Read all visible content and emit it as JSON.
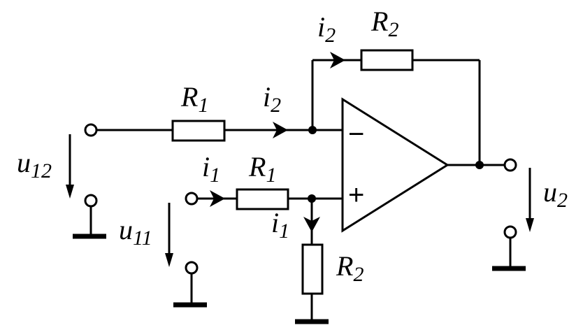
{
  "labels": {
    "r1_top": {
      "main": "R",
      "sub": "1"
    },
    "r1_bottom": {
      "main": "R",
      "sub": "1"
    },
    "r2_feedback": {
      "main": "R",
      "sub": "2"
    },
    "r2_ground": {
      "main": "R",
      "sub": "2"
    },
    "i2_feedback": {
      "main": "i",
      "sub": "2"
    },
    "i2_input": {
      "main": "i",
      "sub": "2"
    },
    "i1_input": {
      "main": "i",
      "sub": "1"
    },
    "i1_down": {
      "main": "i",
      "sub": "1"
    },
    "u12": {
      "main": "u",
      "sub": "12"
    },
    "u11": {
      "main": "u",
      "sub": "11"
    },
    "u2": {
      "main": "u",
      "sub": "2"
    }
  },
  "opamp": {
    "inverting_symbol": "−",
    "noninverting_symbol": "+"
  }
}
